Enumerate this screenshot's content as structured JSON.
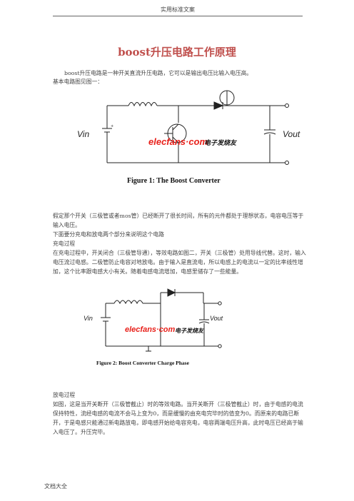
{
  "header": {
    "text": "实用标准文案"
  },
  "title": "boost升压电路工作原理",
  "intro": {
    "line1": "boost升压电路是一种开关直流升压电路，它可以是输出电压比输入电压高。",
    "line2": "基本电路图见图一："
  },
  "figure1": {
    "vin_label": "Vin",
    "vout_label": "Vout",
    "watermark_site": "elecfans·com",
    "watermark_cn": "电子发烧友",
    "caption": "Figure 1: The Boost Converter"
  },
  "body1": {
    "p1": "假定那个开关（三极管或者mos管）已经断开了很长时间，所有的元件都处于理想状态，电容电压等于输入电压。",
    "p2": "下面要分充电和放电两个部分来说明这个电路",
    "p3_heading": "充电过程",
    "p4": "在充电过程中，开关闭合（三极管导通），等效电路如图二，开关（三极管）处用导线代替。这时，输入电压流过电感。二极管防止电容对地放电。由于输入是直流电，所以电感上的电流以一定的比率线性增加，这个比率跟电感大小有关。随着电感电流增加，电感里储存了一些能量。"
  },
  "figure2": {
    "vin_label": "Vin",
    "vout_label": "Vout",
    "watermark_site": "elecfans·com",
    "watermark_cn": "电子发烧友",
    "caption": "Figure 2: Boost Converter Charge Phase"
  },
  "body2": {
    "heading": "放电过程",
    "p": "如图，这是当开关断开（三极管截止）时的等效电路。当开关断开（三极管截止）时，由于电感的电流保持特性，流经电感的电流不会马上变为0，而是缓慢的由充电完毕时的值变为0。而原来的电路已断开，于是电感只能通过新电路放电，即电感开始给电容充电，电容两端电压升高，此时电压已经高于输入电压了。升压完毕。"
  },
  "footer": {
    "text": "文档大全"
  },
  "colors": {
    "title": "#c0504d",
    "watermark_red": "#e8201a",
    "watermark_blue": "#1a4fa0"
  }
}
